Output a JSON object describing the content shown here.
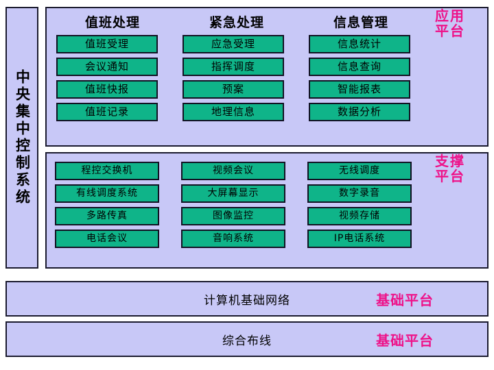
{
  "diagram": {
    "spine": {
      "label": "中央集中控制系统"
    },
    "platforms": [
      {
        "id": "application",
        "tag": "应用\n平台",
        "columns": [
          {
            "header": "值班处理",
            "items": [
              "值班受理",
              "会议通知",
              "值班快报",
              "值班记录"
            ]
          },
          {
            "header": "紧急处理",
            "items": [
              "应急受理",
              "指挥调度",
              "预案",
              "地理信息"
            ]
          },
          {
            "header": "信息管理",
            "items": [
              "信息统计",
              "信息查询",
              "智能报表",
              "数据分析"
            ]
          }
        ]
      },
      {
        "id": "support",
        "tag": "支撑\n平台",
        "columns": [
          {
            "header": "",
            "items": [
              "程控交换机",
              "有线调度系统",
              "多路传真",
              "电话会议"
            ]
          },
          {
            "header": "",
            "items": [
              "视频会议",
              "大屏幕显示",
              "图像监控",
              "音响系统"
            ]
          },
          {
            "header": "",
            "items": [
              "无线调度",
              "数字录音",
              "视频存储",
              "IP电话系统"
            ]
          }
        ]
      }
    ],
    "bars": [
      {
        "id": "network",
        "label": "计算机基础网络",
        "tag": "基础平台"
      },
      {
        "id": "cabling",
        "label": "综合布线",
        "tag": "基础平台"
      }
    ]
  },
  "colors": {
    "panel_fill": "#c8c8f7",
    "panel_border": "#1a1a2e",
    "chip_fill": "#0fb489",
    "chip_border": "#111122",
    "tag_text": "#ee1289",
    "body_text": "#000000",
    "page_background": "#ffffff"
  }
}
